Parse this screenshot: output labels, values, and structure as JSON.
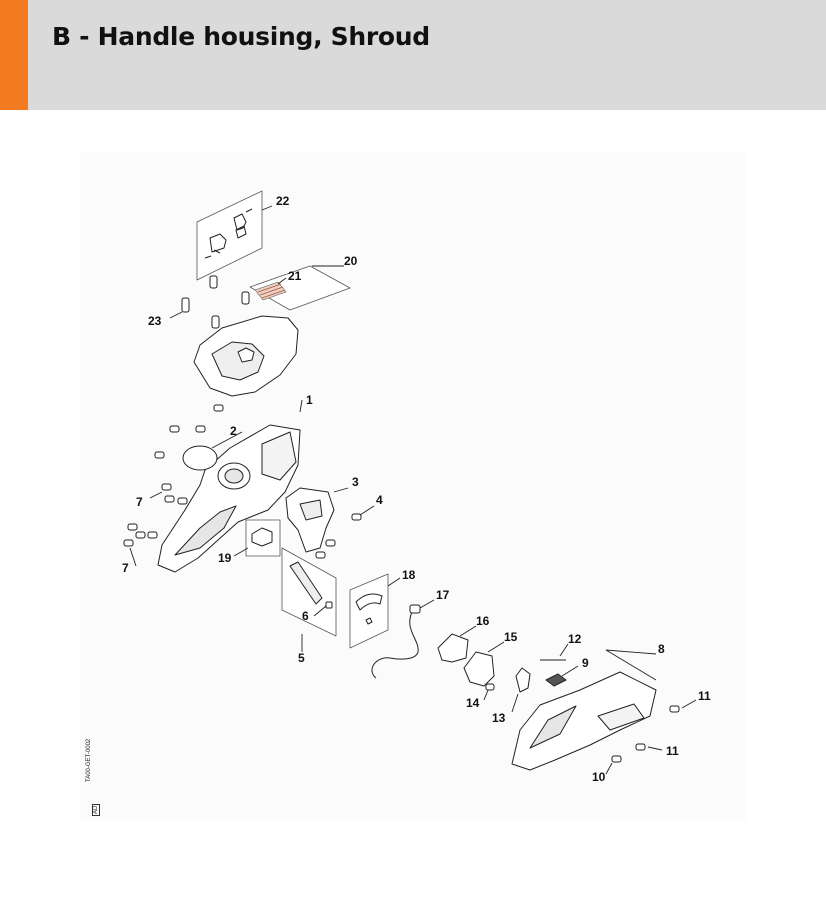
{
  "page": {
    "title": "B - Handle housing, Shroud",
    "accent_color": "#f37a1f",
    "header_bg": "#d9dad9"
  },
  "diagram": {
    "code": "TA00-GET-0002",
    "code_suffix": "AD",
    "callouts": [
      {
        "id": "c22",
        "text": "22"
      },
      {
        "id": "c20",
        "text": "20"
      },
      {
        "id": "c21",
        "text": "21"
      },
      {
        "id": "c23",
        "text": "23"
      },
      {
        "id": "c1",
        "text": "1"
      },
      {
        "id": "c2",
        "text": "2"
      },
      {
        "id": "c3",
        "text": "3"
      },
      {
        "id": "c4",
        "text": "4"
      },
      {
        "id": "c7a",
        "text": "7"
      },
      {
        "id": "c7b",
        "text": "7"
      },
      {
        "id": "c19",
        "text": "19"
      },
      {
        "id": "c18",
        "text": "18"
      },
      {
        "id": "c17",
        "text": "17"
      },
      {
        "id": "c6",
        "text": "6"
      },
      {
        "id": "c5",
        "text": "5"
      },
      {
        "id": "c16",
        "text": "16"
      },
      {
        "id": "c15",
        "text": "15"
      },
      {
        "id": "c12",
        "text": "12"
      },
      {
        "id": "c8",
        "text": "8"
      },
      {
        "id": "c9",
        "text": "9"
      },
      {
        "id": "c14",
        "text": "14"
      },
      {
        "id": "c13",
        "text": "13"
      },
      {
        "id": "c11a",
        "text": "11"
      },
      {
        "id": "c11b",
        "text": "11"
      },
      {
        "id": "c10",
        "text": "10"
      }
    ]
  }
}
